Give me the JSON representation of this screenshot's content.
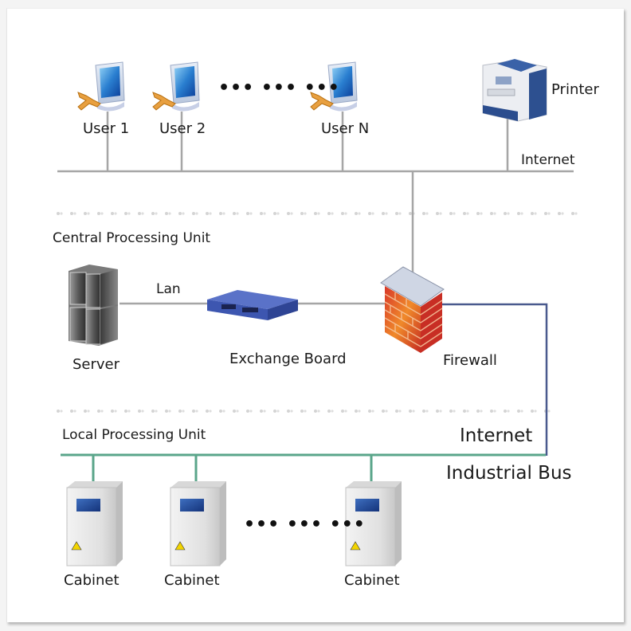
{
  "diagram": {
    "title": "Network architecture: users, central processing unit, local processing unit",
    "colors": {
      "lan_line": "#a6a6a6",
      "internet_uplink": "#4a5a8e",
      "industrial_bus": "#5aa58a",
      "separator_dots": "#d2d2d2"
    },
    "top_layer": {
      "users": [
        {
          "label": "User 1",
          "icon": "computer-user-icon"
        },
        {
          "label": "User 2",
          "icon": "computer-user-icon"
        },
        {
          "label": "User N",
          "icon": "computer-user-icon"
        }
      ],
      "ellipsis": "••• ••• •••",
      "printer": {
        "label": "Printer",
        "icon": "printer-icon"
      },
      "bus_label": "Internet"
    },
    "central_layer": {
      "title": "Central Processing Unit",
      "server": {
        "label": "Server",
        "icon": "server-icon"
      },
      "link_label": "Lan",
      "switch": {
        "label": "Exchange Board",
        "icon": "switch-icon"
      },
      "firewall": {
        "label": "Firewall",
        "icon": "firewall-icon"
      }
    },
    "local_layer": {
      "title": "Local Processing Unit",
      "uplink_label": "Internet",
      "bus_label": "Industrial Bus",
      "cabinets": [
        {
          "label": "Cabinet",
          "icon": "cabinet-icon"
        },
        {
          "label": "Cabinet",
          "icon": "cabinet-icon"
        },
        {
          "label": "Cabinet",
          "icon": "cabinet-icon"
        }
      ],
      "ellipsis": "••• ••• •••"
    }
  }
}
